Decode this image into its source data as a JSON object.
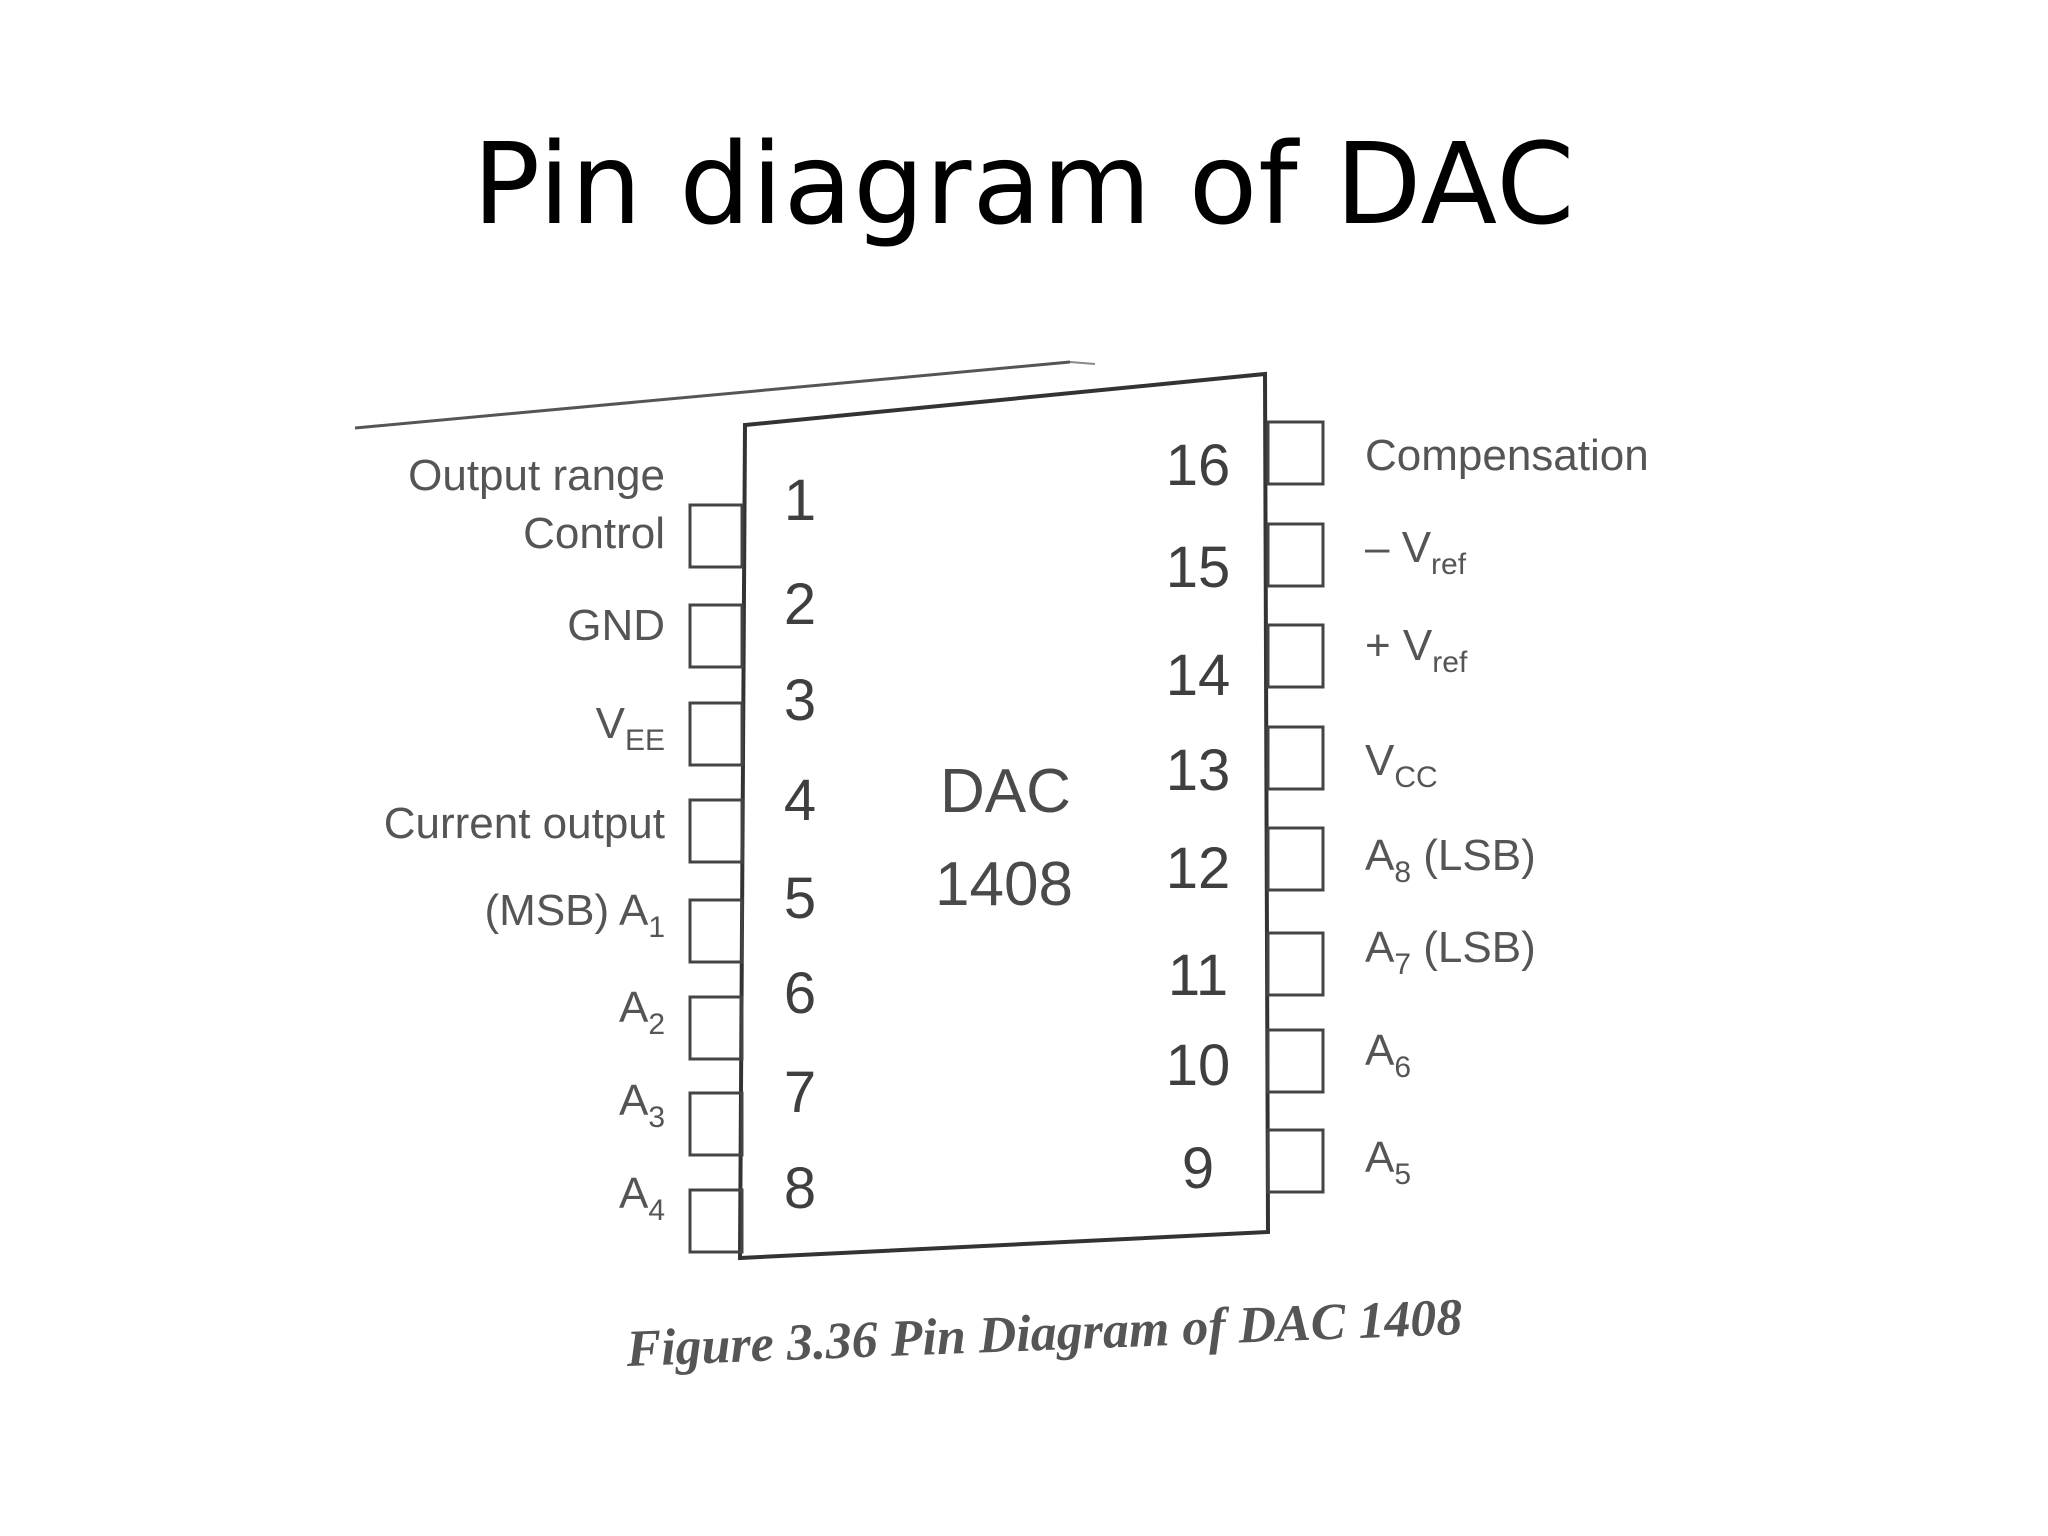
{
  "slide": {
    "title": "Pin diagram of DAC"
  },
  "chip": {
    "name_line1": "DAC",
    "name_line2": "1408"
  },
  "left_pins": [
    {
      "number": "1",
      "label_lines": [
        "Output range",
        "Control"
      ]
    },
    {
      "number": "2",
      "label": "GND"
    },
    {
      "number": "3",
      "label": "V",
      "sub": "EE"
    },
    {
      "number": "4",
      "label": "Current output"
    },
    {
      "number": "5",
      "label": "(MSB) A",
      "sub": "1"
    },
    {
      "number": "6",
      "label": "A",
      "sub": "2"
    },
    {
      "number": "7",
      "label": "A",
      "sub": "3"
    },
    {
      "number": "8",
      "label": "A",
      "sub": "4"
    }
  ],
  "right_pins": [
    {
      "number": "16",
      "label": "Compensation"
    },
    {
      "number": "15",
      "label": "– V",
      "sub": "ref"
    },
    {
      "number": "14",
      "label": "+ V",
      "sub": "ref"
    },
    {
      "number": "13",
      "label": "V",
      "sub": "CC"
    },
    {
      "number": "12",
      "label": "A",
      "sub": "8",
      "suffix": " (LSB)"
    },
    {
      "number": "11",
      "label": "A",
      "sub": "7",
      "suffix": " (LSB)"
    },
    {
      "number": "10",
      "label": "A",
      "sub": "6"
    },
    {
      "number": "9",
      "label": "A",
      "sub": "5"
    }
  ],
  "figure": {
    "caption": "Figure 3.36 Pin Diagram of DAC 1408"
  }
}
